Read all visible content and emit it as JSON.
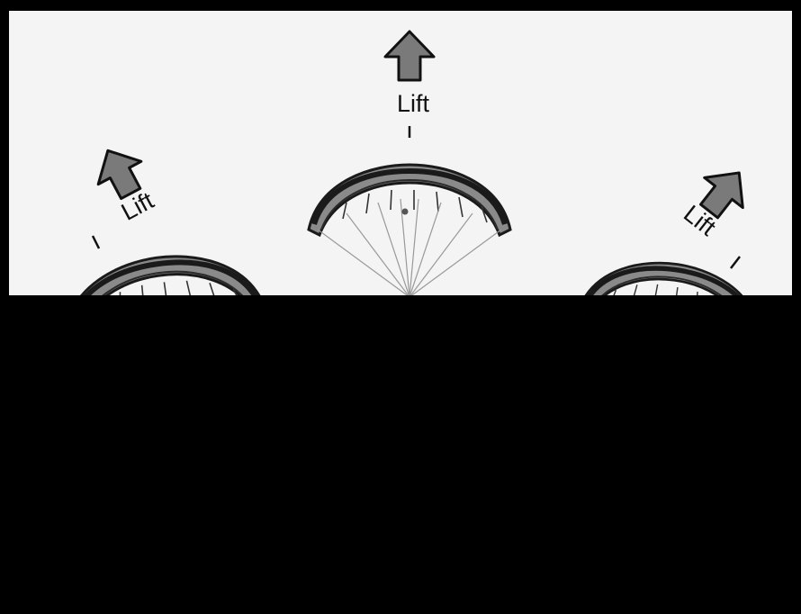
{
  "diagram": {
    "lift_labels": [
      "Lift",
      "Lift",
      "Lift"
    ],
    "colors": {
      "background": "#f4f4f4",
      "frame": "#000000",
      "arrow_fill": "#7a7a7a",
      "arrow_stroke": "#111111",
      "canopy_dark": "#1a1a1a",
      "canopy_mid": "#8a8a8a",
      "lines": "#999999"
    },
    "icons": [
      "up-arrow-icon",
      "paraglider-canopy-icon"
    ]
  }
}
